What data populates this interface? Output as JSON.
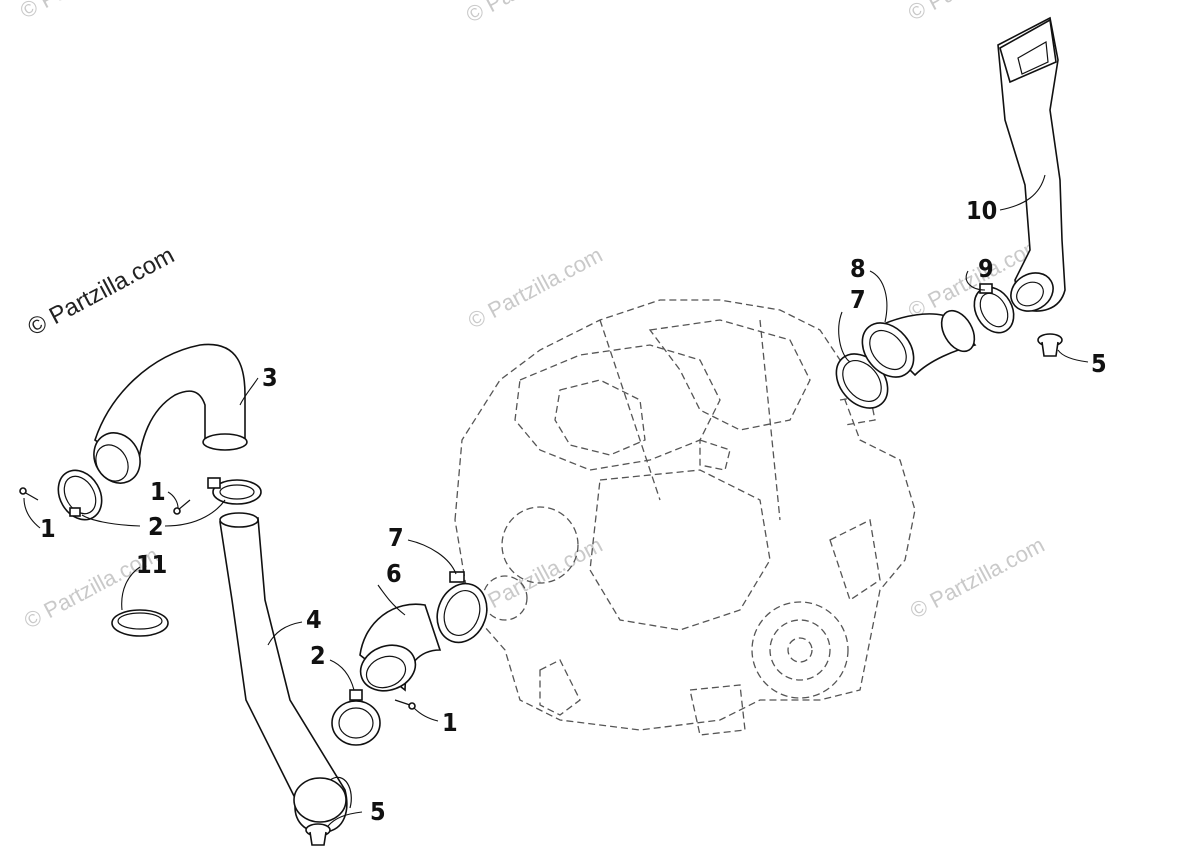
{
  "watermark": {
    "main": "© Partzilla.com",
    "faint": "© Partzilla.com"
  },
  "callouts": {
    "c1a": "1",
    "c1b": "1",
    "c1c": "1",
    "c2a": "2",
    "c2b": "2",
    "c3": "3",
    "c4": "4",
    "c5a": "5",
    "c5b": "5",
    "c6": "6",
    "c7a": "7",
    "c7b": "7",
    "c8": "8",
    "c9": "9",
    "c10": "10",
    "c11": "11"
  }
}
